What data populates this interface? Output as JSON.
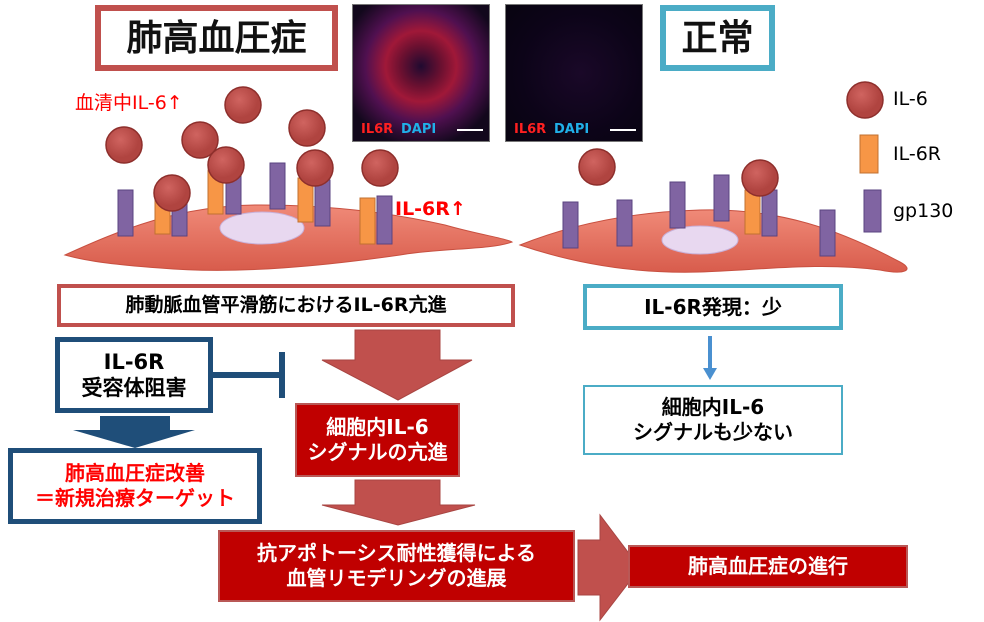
{
  "titles": {
    "pah": "肺高血圧症",
    "normal": "正常"
  },
  "micrographs": [
    {
      "label_red": "IL6R",
      "label_blue": "DAPI"
    },
    {
      "label_red": "IL6R",
      "label_blue": "DAPI"
    }
  ],
  "annotations": {
    "serum": "血清中IL-6↑",
    "receptor_up": "IL-6R↑"
  },
  "legend": [
    {
      "icon": "circle",
      "label": "IL-6"
    },
    {
      "icon": "orange-bar",
      "label": "IL-6R"
    },
    {
      "icon": "purple-bar",
      "label": "gp130"
    }
  ],
  "left_flow": {
    "enhancement": "肺動脈血管平滑筋におけるIL-6R亢進",
    "blocker": [
      "IL-6R",
      "受容体阻害"
    ],
    "outcome": [
      "肺高血圧症改善",
      "＝新規治療ターゲット"
    ],
    "signal": [
      "細胞内IL-6",
      "シグナルの亢進"
    ],
    "remodeling": [
      "抗アポトーシス耐性獲得による",
      "血管リモデリングの進展"
    ],
    "progression": "肺高血圧症の進行"
  },
  "right_flow": {
    "expression": "IL-6R発現：少",
    "signal": [
      "細胞内IL-6",
      "シグナルも少ない"
    ]
  },
  "colors": {
    "red": "#c0504d",
    "darkred": "#c00000",
    "blue": "#1f4e79",
    "cyan": "#4bacc6",
    "purple": "#8064a2",
    "orange": "#f79646"
  }
}
